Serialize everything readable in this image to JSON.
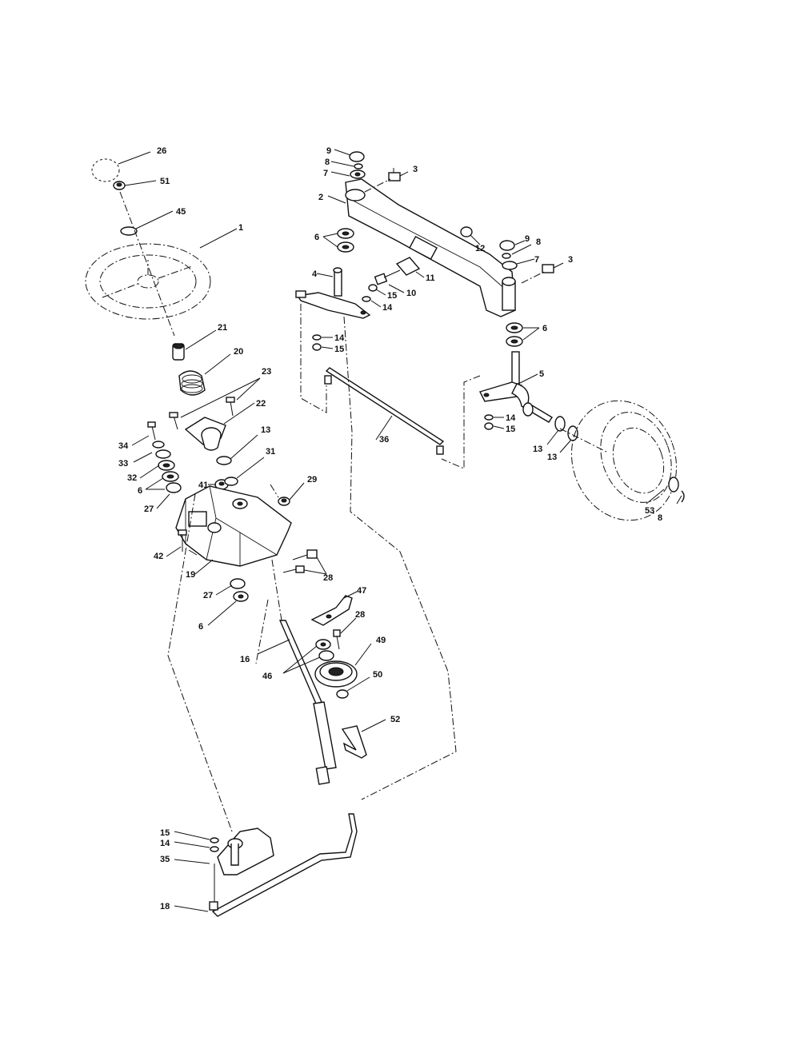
{
  "labels": {
    "l26": "26",
    "l51": "51",
    "l45": "45",
    "l1": "1",
    "l21": "21",
    "l20": "20",
    "l23": "23",
    "l22": "22",
    "l34": "34",
    "l33": "33",
    "l32": "32",
    "l6a": "6",
    "l27a": "27",
    "l13a": "13",
    "l41": "41",
    "l31": "31",
    "l29": "29",
    "l42": "42",
    "l19": "19",
    "l28a": "28",
    "l27b": "27",
    "l6b": "6",
    "l16": "16",
    "l47": "47",
    "l28b": "28",
    "l46": "46",
    "l49": "49",
    "l50": "50",
    "l52": "52",
    "l15a": "15",
    "l14a": "14",
    "l35": "35",
    "l18": "18",
    "l9a": "9",
    "l8a": "8",
    "l7a": "7",
    "l3a": "3",
    "l2": "2",
    "l12": "12",
    "l9b": "9",
    "l8b": "8",
    "l7b": "7",
    "l3b": "3",
    "l6c": "6",
    "l4": "4",
    "l11": "11",
    "l10": "10",
    "l15b": "15",
    "l14b": "14",
    "l14c": "14",
    "l15c": "15",
    "l6d": "6",
    "l5": "5",
    "l14d": "14",
    "l15d": "15",
    "l36": "36",
    "l13b": "13",
    "l13c": "13",
    "l53": "53",
    "l8c": "8"
  }
}
